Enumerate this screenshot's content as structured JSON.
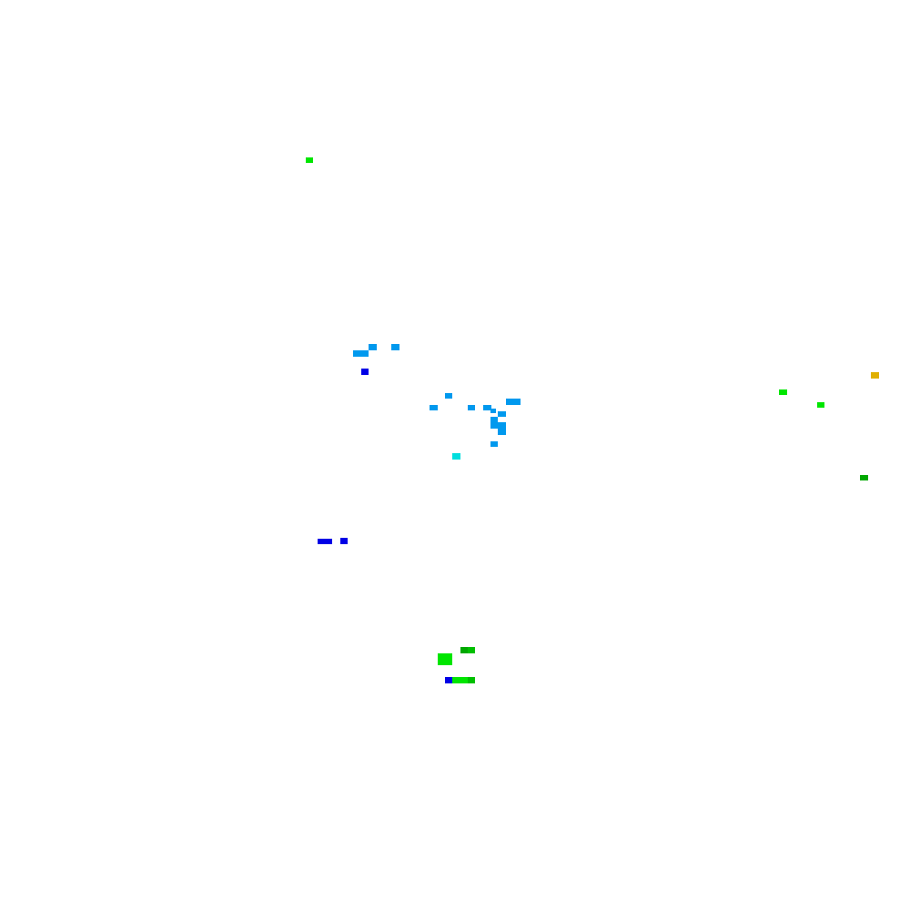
{
  "map": {
    "background_color": "#ffffff",
    "legend_colors": {
      "light_blue": "#0099ee",
      "blue": "#0000e6",
      "cyan": "#00dede",
      "bright_green": "#00e600",
      "dark_green": "#00a800",
      "gold": "#e0b000"
    },
    "cluster_names": [
      "top-left-green",
      "central-blue",
      "right-green",
      "lower-left-blue",
      "bottom-green"
    ]
  }
}
